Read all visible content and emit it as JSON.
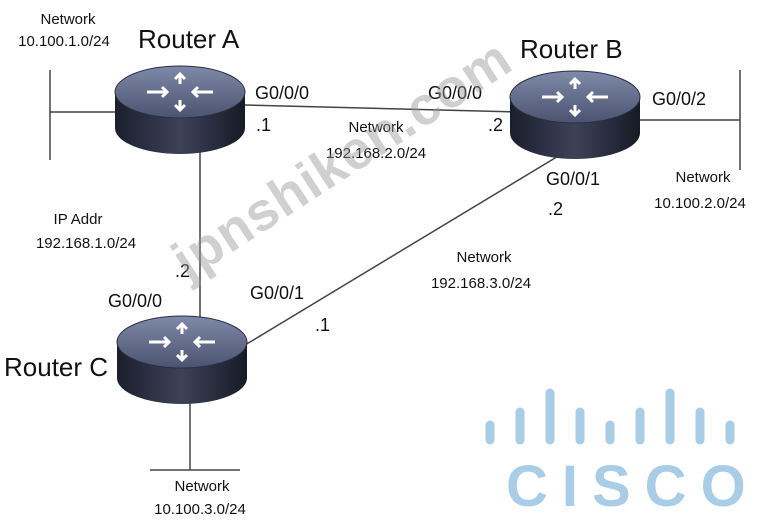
{
  "routers": {
    "a": {
      "name": "Router A",
      "g000": "G0/0/0",
      "ip_g000": ".1"
    },
    "b": {
      "name": "Router B",
      "g000": "G0/0/0",
      "ip_g000": ".2",
      "g002": "G0/0/2",
      "g001": "G0/0/1",
      "ip_g001": ".2"
    },
    "c": {
      "name": "Router C",
      "g000": "G0/0/0",
      "ip_g000": ".2",
      "g001": "G0/0/1",
      "ip_g001": ".1"
    }
  },
  "networks": {
    "lan_a": {
      "title": "Network",
      "subnet": "10.100.1.0/24"
    },
    "ab": {
      "title": "Network",
      "subnet": "192.168.2.0/24"
    },
    "lan_b": {
      "title": "Network",
      "subnet": "10.100.2.0/24"
    },
    "ac": {
      "title": "IP Addr",
      "subnet": "192.168.1.0/24"
    },
    "bc": {
      "title": "Network",
      "subnet": "192.168.3.0/24"
    },
    "lan_c": {
      "title": "Network",
      "subnet": "10.100.3.0/24"
    }
  },
  "logo": {
    "word": "CISCO",
    "color": "#a9cde6"
  },
  "watermark": "jpnshiken.com"
}
